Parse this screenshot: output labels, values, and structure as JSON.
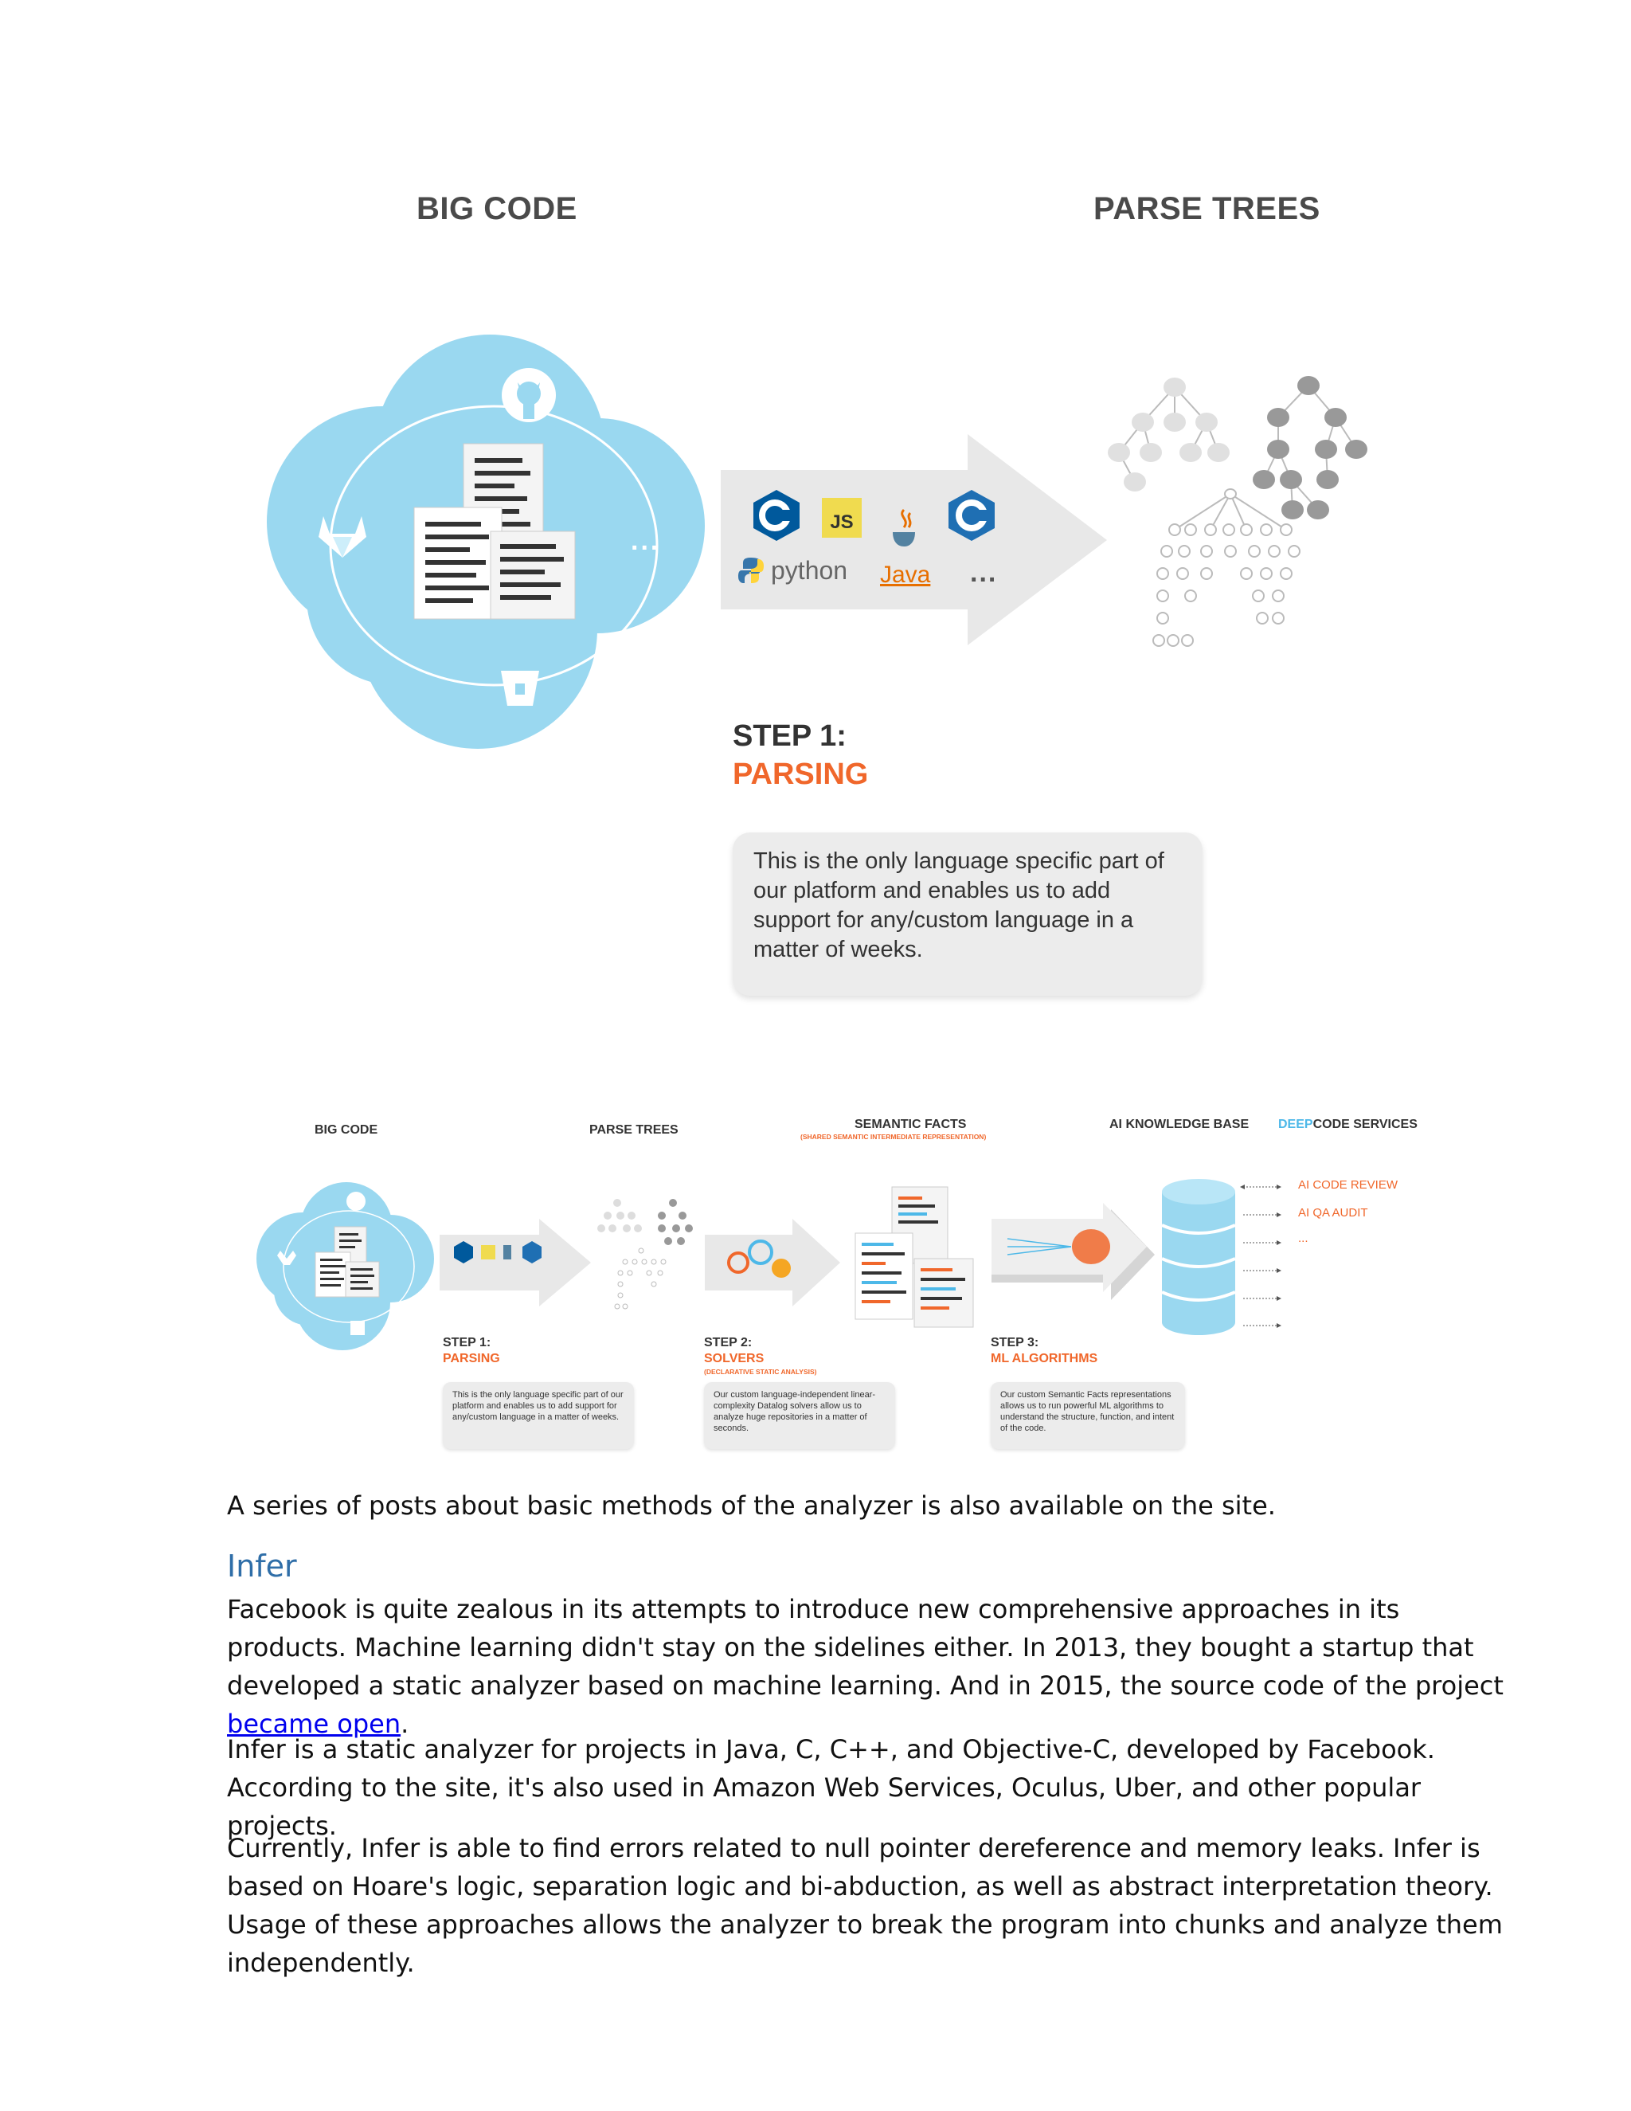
{
  "figure1": {
    "left_title": "BIG CODE",
    "right_title": "PARSE TREES",
    "lang_python": "python",
    "lang_js": "JS",
    "lang_java": "Java",
    "lang_more": "...",
    "step_label": "STEP 1:",
    "step_name": "PARSING",
    "step_desc": "This is the only language specific part of our platform and enables us to add support for any/custom language in a matter of weeks."
  },
  "figure2": {
    "labels": {
      "big_code": "BIG CODE",
      "parse_trees": "PARSE TREES",
      "semantic_facts": "SEMANTIC FACTS",
      "semantic_sub": "(SHARED SEMANTIC INTERMEDIATE REPRESENTATION)",
      "ai_kb": "AI KNOWLEDGE BASE",
      "deepcode_blue": "DEEP",
      "deepcode_rest": "CODE SERVICES"
    },
    "steps": [
      {
        "label": "STEP 1:",
        "name": "PARSING",
        "sub": "",
        "desc": "This is the only language specific part of our platform and enables us to add support for any/custom language in a matter of weeks."
      },
      {
        "label": "STEP 2:",
        "name": "SOLVERS",
        "sub": "(DECLARATIVE STATIC ANALYSIS)",
        "desc": "Our custom language-independent linear-complexity Datalog solvers allow us to analyze huge repositories in a matter of seconds."
      },
      {
        "label": "STEP 3:",
        "name": "ML ALGORITHMS",
        "sub": "",
        "desc": "Our custom Semantic Facts representations allows us to run powerful ML algorithms to understand the structure, function, and intent of the code."
      }
    ],
    "services": [
      "AI CODE REVIEW",
      "AI QA AUDIT",
      "..."
    ]
  },
  "text": {
    "para1": "A series of posts about basic methods of the analyzer is also available on the site.",
    "heading": "Infer",
    "para2_before": "Facebook is quite zealous in its attempts to introduce new comprehensive approaches in its products. Machine learning didn't stay on the sidelines either. In 2013, they bought a startup that developed a static analyzer based on machine learning. And in 2015, the source code of the project ",
    "para2_link": "became open",
    "para2_after": ".",
    "para3": "Infer is a static analyzer for projects in Java, C, C++, and Objective-C, developed by Facebook. According to the site, it's also used in Amazon Web Services, Oculus, Uber, and other popular projects.",
    "para4": "Currently, Infer is able to find errors related to null pointer dereference and memory leaks. Infer is based on Hoare's logic, separation logic and bi-abduction, as well as abstract interpretation theory. Usage of these approaches allows the analyzer to break the program into chunks and analyze them independently."
  },
  "colors": {
    "cloud": "#9ad8f0",
    "orange": "#f0672b",
    "arrow": "#e8e8e8",
    "heading_blue": "#2f6ea8",
    "link": "#0000ee"
  }
}
